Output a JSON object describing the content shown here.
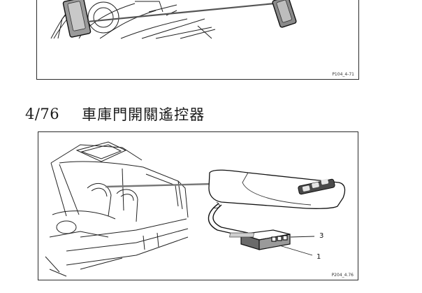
{
  "figure_top": {
    "code": "P104_4-71"
  },
  "section": {
    "number": "4/76",
    "title": "車庫門開關遙控器"
  },
  "figure_bottom": {
    "code": "P204_4.76",
    "callouts": [
      "3",
      "1"
    ]
  }
}
